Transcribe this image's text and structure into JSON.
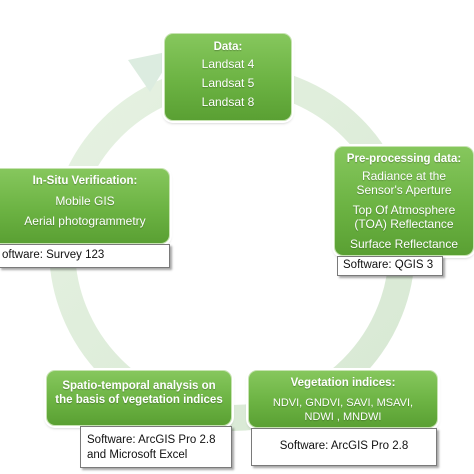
{
  "diagram": {
    "colors": {
      "node_fill": "#6cb343",
      "node_fill_light": "#86c75d",
      "cycle_arrow": "#dfeede",
      "software_border": "#7a7a7a"
    },
    "stages": [
      {
        "heading": "Data:",
        "items": [
          "Landsat 4",
          "Landsat 5",
          "Landsat 8"
        ],
        "software": ""
      },
      {
        "heading": "Pre-processing data:",
        "items": [
          "Radiance at the Sensor's Aperture",
          "Top Of Atmosphere (TOA) Reflectance",
          "Surface Reflectance"
        ],
        "software": "Software: QGIS 3"
      },
      {
        "heading": "Vegetation indices:",
        "items": [
          "NDVI, GNDVI, SAVI, MSAVI, NDWI , MNDWI"
        ],
        "software": "Software: ArcGIS Pro 2.8"
      },
      {
        "heading": "Spatio-temporal analysis on the basis of vegetation indices",
        "items": [],
        "software": "Software: ArcGIS Pro 2.8 and Microsoft Excel"
      },
      {
        "heading": "In-Situ Verification:",
        "items": [
          "Mobile GIS",
          "Aerial photogrammetry"
        ],
        "software": "oftware: Survey 123"
      }
    ]
  }
}
